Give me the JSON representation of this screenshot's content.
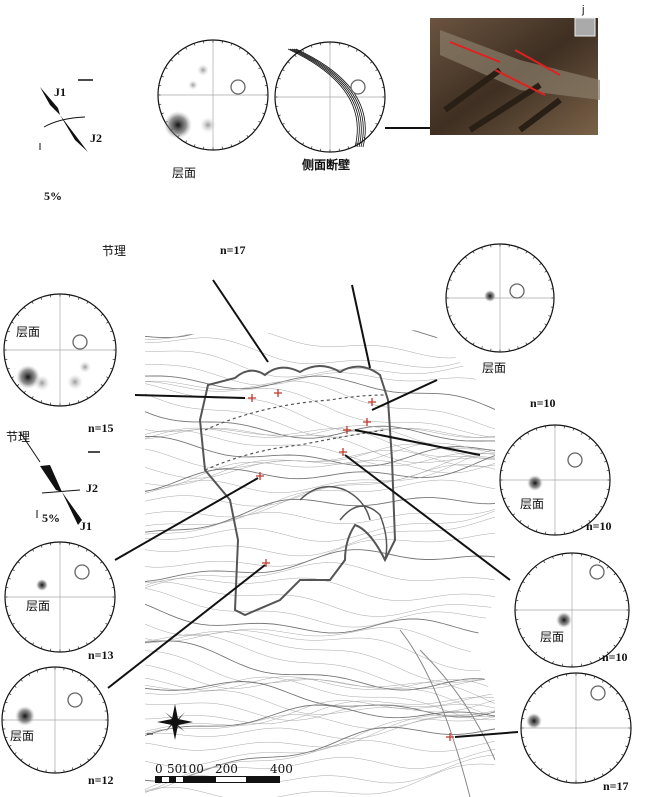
{
  "labels": {
    "bedding": "层面",
    "side_scarp": "侧面断壁",
    "joint": "节理",
    "j1": "J1",
    "j2": "J2",
    "rose_scale": "5%",
    "photo_tag": "j"
  },
  "counts": {
    "top_rose": "n=17",
    "left_upper": "n=15",
    "left_middle": "n=13",
    "left_lower": "n=12",
    "right_top": "n=10",
    "right_upper": "n=10",
    "right_middle": "n=10",
    "right_lower": "n=17"
  },
  "scale_bar": {
    "ticks": [
      "0",
      "50",
      "100",
      "200",
      "400"
    ]
  },
  "colors": {
    "cross": "#c0392b",
    "contour": "#9a9a9a",
    "photo_arrow": "#e02020",
    "boundary": "#555555"
  }
}
